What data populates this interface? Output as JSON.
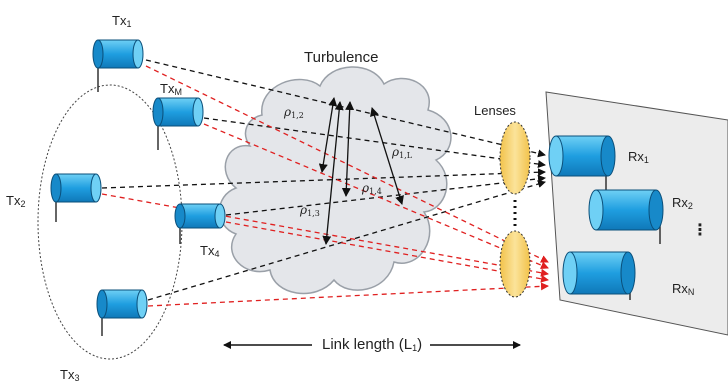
{
  "labels": {
    "tx1": "Tx",
    "tx1_sub": "1",
    "txm": "Tx",
    "txm_sub": "M",
    "tx2": "Tx",
    "tx2_sub": "2",
    "tx4": "Tx",
    "tx4_sub": "4",
    "tx3": "Tx",
    "tx3_sub": "3",
    "turbulence": "Turbulence",
    "lenses": "Lenses",
    "rx1": "Rx",
    "rx1_sub": "1",
    "rx2": "Rx",
    "rx2_sub": "2",
    "rxn": "Rx",
    "rxn_sub": "N",
    "link_length": "Link length (L",
    "link_length_sub": "1",
    "link_length_end": ")"
  },
  "correlations": {
    "rho12": "ρ",
    "rho12_sub": "1,2",
    "rho1l": "ρ",
    "rho1l_sub": "1,L",
    "rho14": "ρ",
    "rho14_sub": "1,4",
    "rho13": "ρ",
    "rho13_sub": "1,3"
  },
  "dots": "⋮",
  "colors": {
    "tx_body": "#1f9ee0",
    "tx_cap": "#6fd0f5",
    "lens": "#f7d46b",
    "cloud": "#e4e6ea",
    "panel": "#ececec",
    "beam_red": "#e02020",
    "beam_black": "#111111"
  }
}
